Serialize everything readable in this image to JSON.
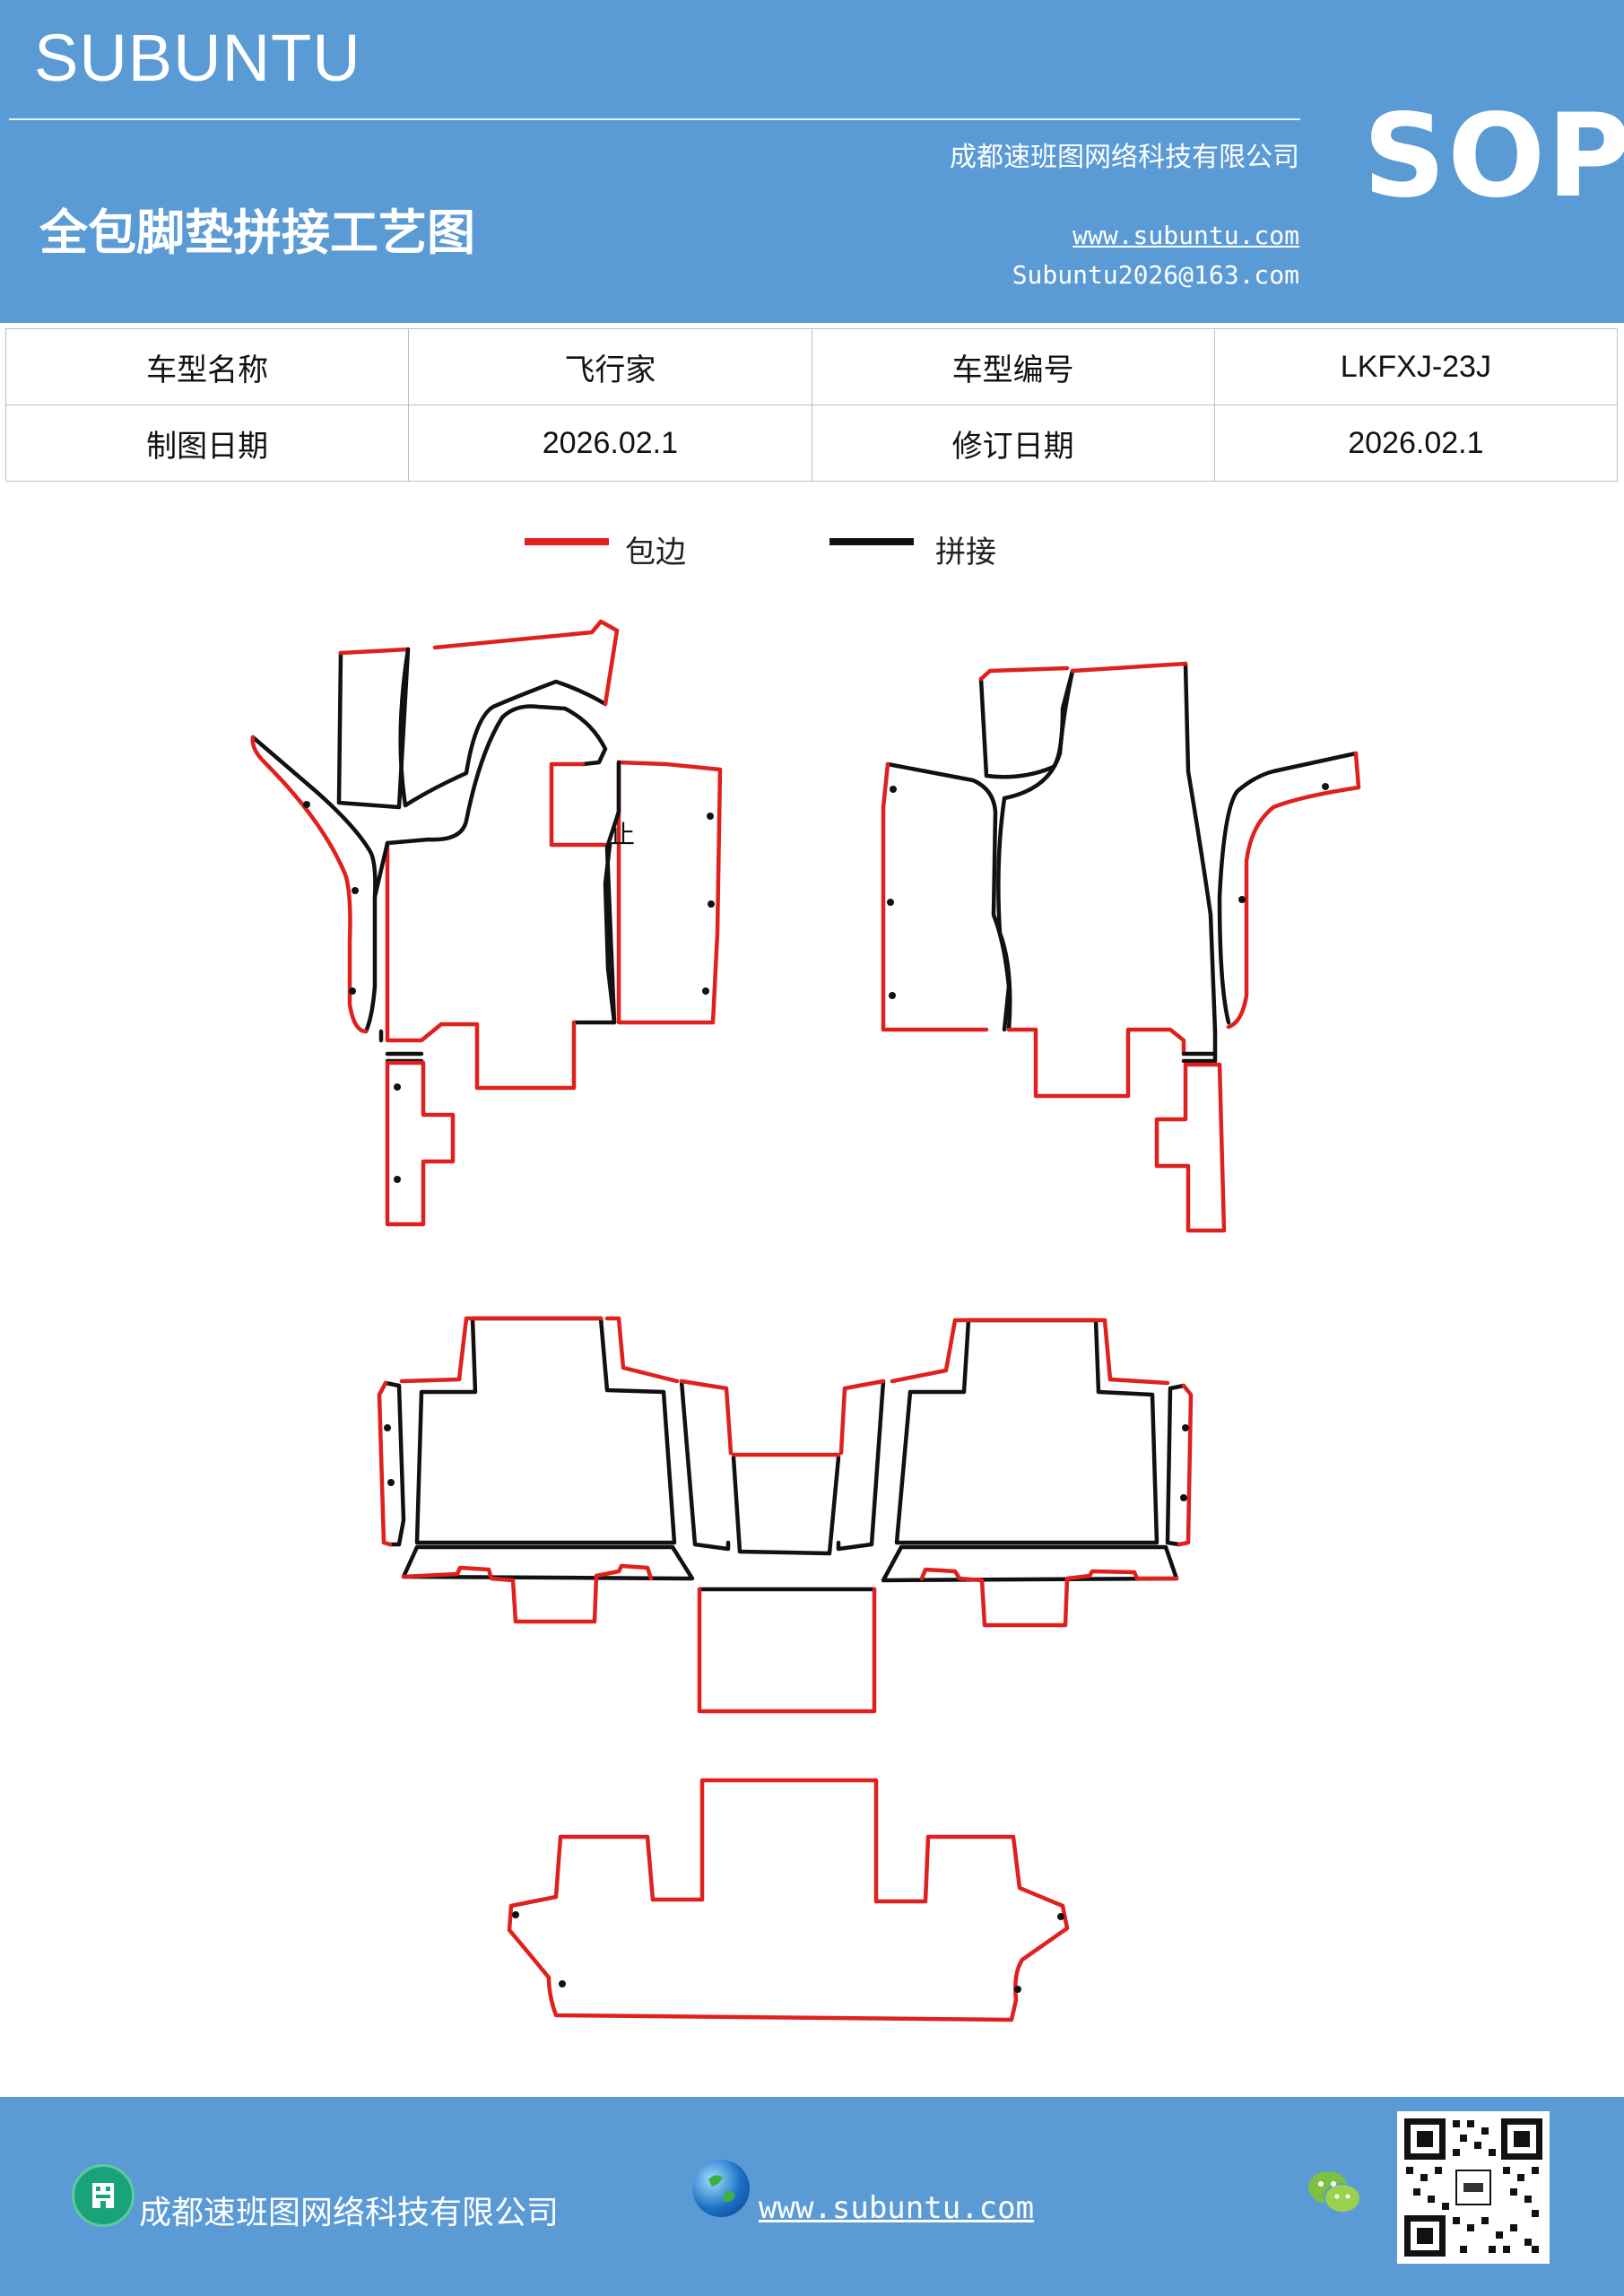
{
  "header": {
    "brand": "SUBUNTU",
    "company": "成都速班图网络科技有限公司",
    "title": "全包脚垫拼接工艺图",
    "website": "www.subuntu.com",
    "email": "Subuntu2026@163.com",
    "badge": "SOP",
    "background_color": "#5b9bd5"
  },
  "info_table": {
    "rows": [
      [
        {
          "text": "车型名称",
          "kind": "label"
        },
        {
          "text": "飞行家",
          "kind": "label"
        },
        {
          "text": "车型编号",
          "kind": "label"
        },
        {
          "text": "LKFXJ-23J",
          "kind": "value"
        }
      ],
      [
        {
          "text": "制图日期",
          "kind": "label"
        },
        {
          "text": "2026.02.1",
          "kind": "value"
        },
        {
          "text": "修订日期",
          "kind": "label"
        },
        {
          "text": "2026.02.1",
          "kind": "value"
        }
      ]
    ]
  },
  "legend": {
    "items": [
      {
        "label": "包边",
        "color": "#e0201c"
      },
      {
        "label": "拼接",
        "color": "#111111"
      }
    ]
  },
  "diagram": {
    "marker": "止",
    "edge_color": "#e0201c",
    "seam_color": "#111111"
  },
  "footer": {
    "company": "成都速班图网络科技有限公司",
    "website": "www.subuntu.com",
    "icons": [
      "building-icon",
      "globe-icon",
      "wechat-icon",
      "qr-code"
    ]
  }
}
